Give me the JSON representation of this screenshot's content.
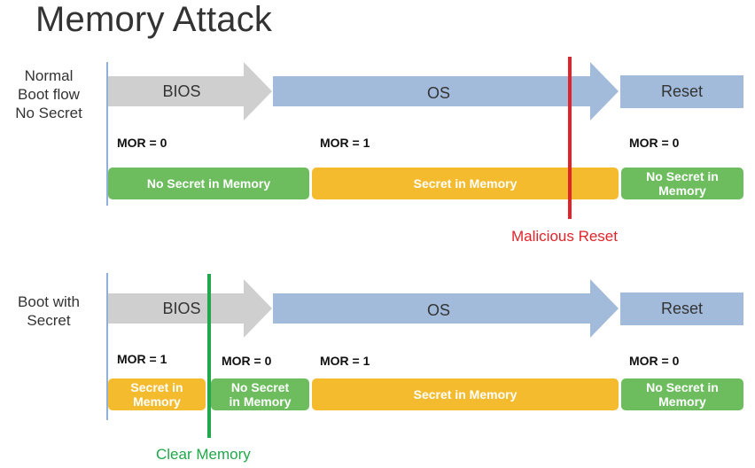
{
  "title": "Memory Attack",
  "colors": {
    "bios_arrow": "#cfcfcf",
    "os_arrow": "#a3bbdb",
    "reset_box": "#a3bbdb",
    "no_secret": "#6dbd5f",
    "secret": "#f5bb2e",
    "malicious": "#e0242a",
    "clear": "#20a84a"
  },
  "rows": [
    {
      "label": "Normal\nBoot flow\nNo Secret",
      "stages": {
        "bios": "BIOS",
        "os": "OS",
        "reset": "Reset"
      },
      "mor": [
        "MOR = 0",
        "MOR = 1",
        "MOR = 0"
      ],
      "bars": [
        "No Secret in Memory",
        "Secret in Memory",
        "No Secret in\nMemory"
      ],
      "marker_label": "Malicious Reset"
    },
    {
      "label": "Boot with\nSecret",
      "stages": {
        "bios": "BIOS",
        "os": "OS",
        "reset": "Reset"
      },
      "mor": [
        "MOR = 1",
        "MOR = 0",
        "MOR = 1",
        "MOR = 0"
      ],
      "bars": [
        "Secret in\nMemory",
        "No Secret\nin Memory",
        "Secret in Memory",
        "No Secret in\nMemory"
      ],
      "marker_label": "Clear Memory"
    }
  ]
}
